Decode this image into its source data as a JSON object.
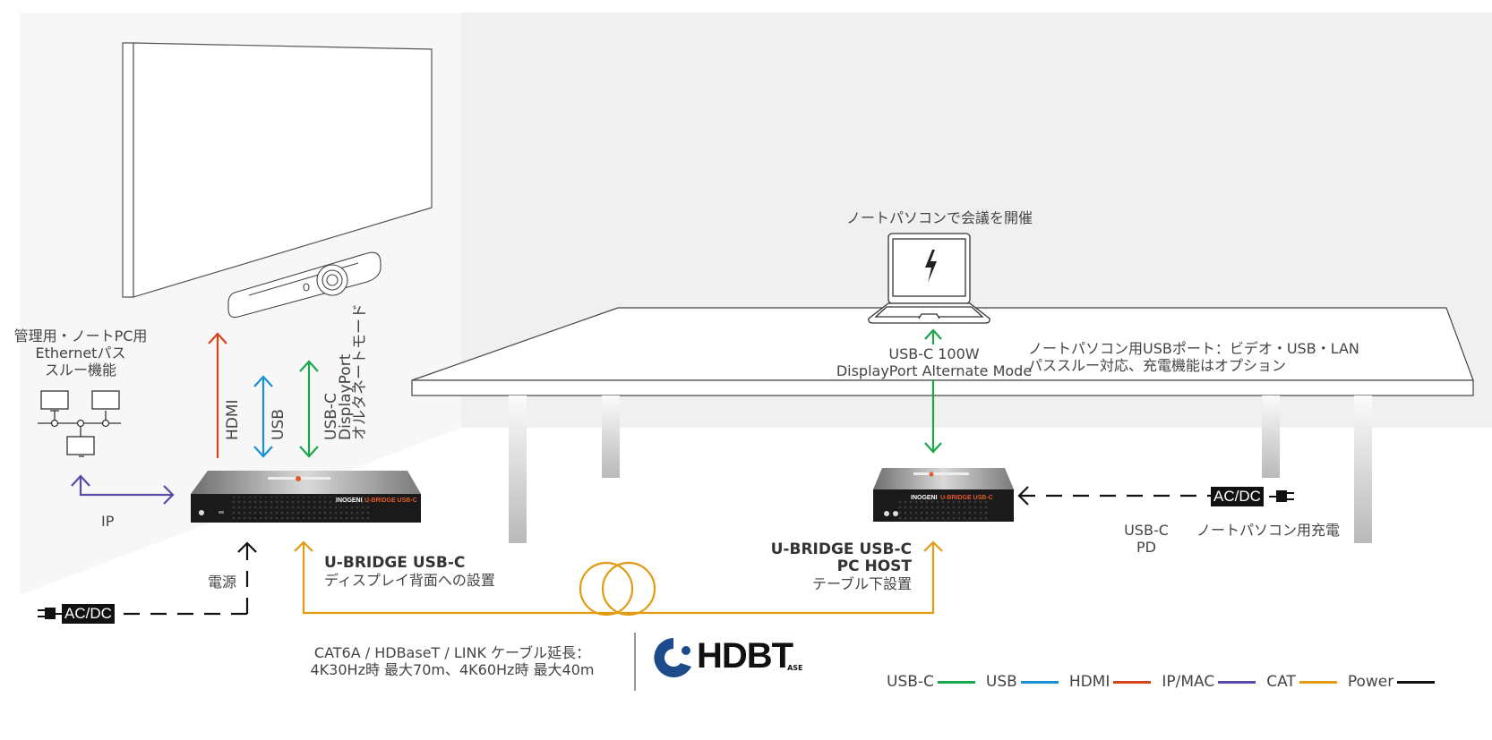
{
  "labels": {
    "mgmt_passthrough": [
      "管理用・ノートPC用",
      "Ethernetパス",
      "スルー機能"
    ],
    "ip": "IP",
    "hdmi": "HDMI",
    "usb": "USB",
    "usbc_dp_alt": [
      "USB-C",
      "DisplayPort",
      "オルタネートモード"
    ],
    "power_jp": "電源",
    "acdc_left": "AC/DC",
    "acdc_right": "AC/DC",
    "ubridge_display": {
      "title": "U-BRIDGE USB-C",
      "subtitle": "ディスプレイ背面への設置"
    },
    "ubridge_host": {
      "title": "U-BRIDGE USB-C",
      "title2": "PC HOST",
      "subtitle": "テーブル下設置"
    },
    "laptop_caption": "ノートパソコンで会議を開催",
    "usbc_100w": "USB-C 100W",
    "dp_alt_mode": "DisplayPort Alternate Mode",
    "laptop_port_note": [
      "ノートパソコン用USBポート：ビデオ・USB・LAN",
      "パススルー対応、充電機能はオプション"
    ],
    "usbc_pd": [
      "USB-C",
      "PD"
    ],
    "laptop_charging": "ノートパソコン用充電",
    "cable_note": [
      "CAT6A / HDBaseT / LINK ケーブル延長：",
      "4K30Hz時 最大70m、4K60Hz時 最大40m"
    ],
    "hdbt_logo": "HDBT",
    "hdbt_logo_sub": "ASE"
  },
  "device_brand": "INOGENI",
  "device_model": "U-BRIDGE USB-C",
  "legend": [
    {
      "label": "USB-C",
      "color": "#1aa64b"
    },
    {
      "label": "USB",
      "color": "#1a8fd6"
    },
    {
      "label": "HDMI",
      "color": "#d8431c"
    },
    {
      "label": "IP/MAC",
      "color": "#5b4aa8"
    },
    {
      "label": "CAT",
      "color": "#e39b12"
    },
    {
      "label": "Power",
      "color": "#111111"
    }
  ],
  "colors": {
    "usbc": "#1aa64b",
    "usb": "#1a8fd6",
    "hdmi": "#d8431c",
    "ip": "#5b4aa8",
    "cat": "#e39b12",
    "power": "#111111",
    "hdbt_blue": "#1c4a8a"
  }
}
